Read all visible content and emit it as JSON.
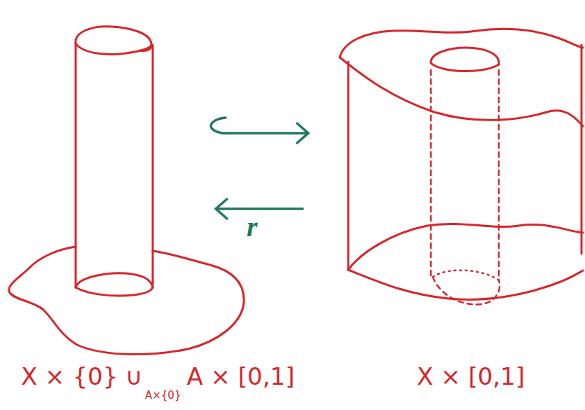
{
  "diagram": {
    "labels": [
      "X × {0} ∪",
      "A×{0}",
      "A × [0,1]",
      "X × [0,1]",
      "r"
    ]
  }
}
